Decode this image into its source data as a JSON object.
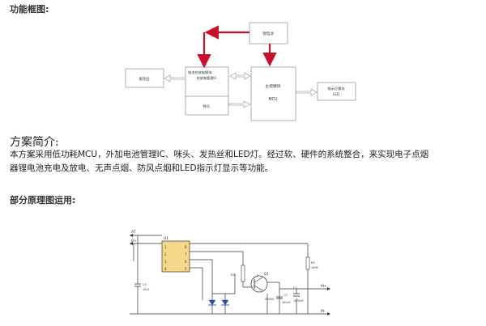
{
  "section_block": {
    "title": "功能框图:"
  },
  "block_diagram": {
    "battery_box": "锂电池",
    "charge_box_line1": "电池充放电模块:",
    "charge_box_line2": "充放电管理IC",
    "heater_box": "发热丝",
    "mcu_box_line1": "主控模块",
    "mcu_box_line2": "MCU",
    "mic_box": "咪头",
    "led_box_line1": "指示灯模块",
    "led_box_line2": "LED"
  },
  "intro": {
    "title": "方案简介:",
    "line1": "本方案采用低功耗MCU，外加电池管理IC、咪头、发热丝和LED灯。经过软、硬件的系统整合，来实现电子点烟",
    "line2": "器锂电池充电及放电、无声点烟、防风点烟和LED指示灯显示等功能。"
  },
  "section_schematic": {
    "title": "部分原理图运用:"
  },
  "schematic": {
    "label_top_left": "AT",
    "label_b": "B+",
    "ic_ref": "U1",
    "pins_left": [
      "1",
      "2",
      "3",
      "4"
    ],
    "pins_right": [
      "8",
      "7",
      "6",
      "5"
    ],
    "q1_label": "Q1",
    "q1_part": "S8050",
    "r1_label": "R1",
    "r1_value": "100K",
    "r2_label": "R2",
    "c1_label": "C1",
    "c1_value": "1000uF",
    "c2_label": "C2",
    "c2_value": "100nF",
    "c3_label": "C3",
    "c3_value": "10uF",
    "out_pos": "M+",
    "out_neg": "M-"
  },
  "colors": {
    "arrow": "#c8102e",
    "box_border": "#9a9a9a",
    "hollow_arrow": "#aaaaaa",
    "led": "#2a4ea0"
  }
}
